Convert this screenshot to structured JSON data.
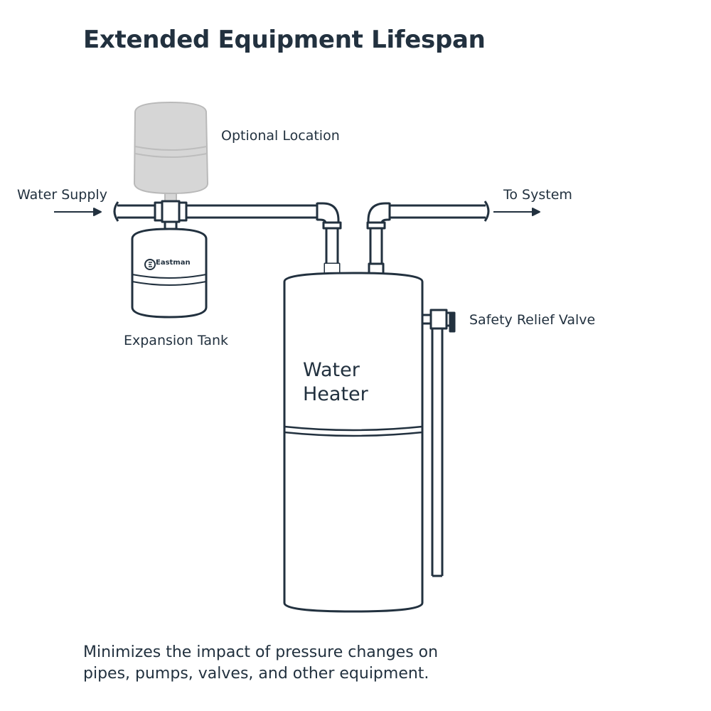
{
  "title": "Extended Equipment Lifespan",
  "labels": {
    "optional_location": "Optional Location",
    "water_supply": "Water Supply",
    "to_system": "To System",
    "expansion_tank": "Expansion Tank",
    "safety_relief_valve": "Safety Relief Valve",
    "water_heater_line1": "Water",
    "water_heater_line2": "Heater",
    "brand": "Eastman"
  },
  "caption": {
    "line1": "Minimizes the impact of pressure changes on",
    "line2": "pipes, pumps, valves, and other equipment."
  },
  "colors": {
    "ink": "#22313f",
    "optional_tank_fill": "#d6d6d6",
    "background": "#ffffff"
  }
}
